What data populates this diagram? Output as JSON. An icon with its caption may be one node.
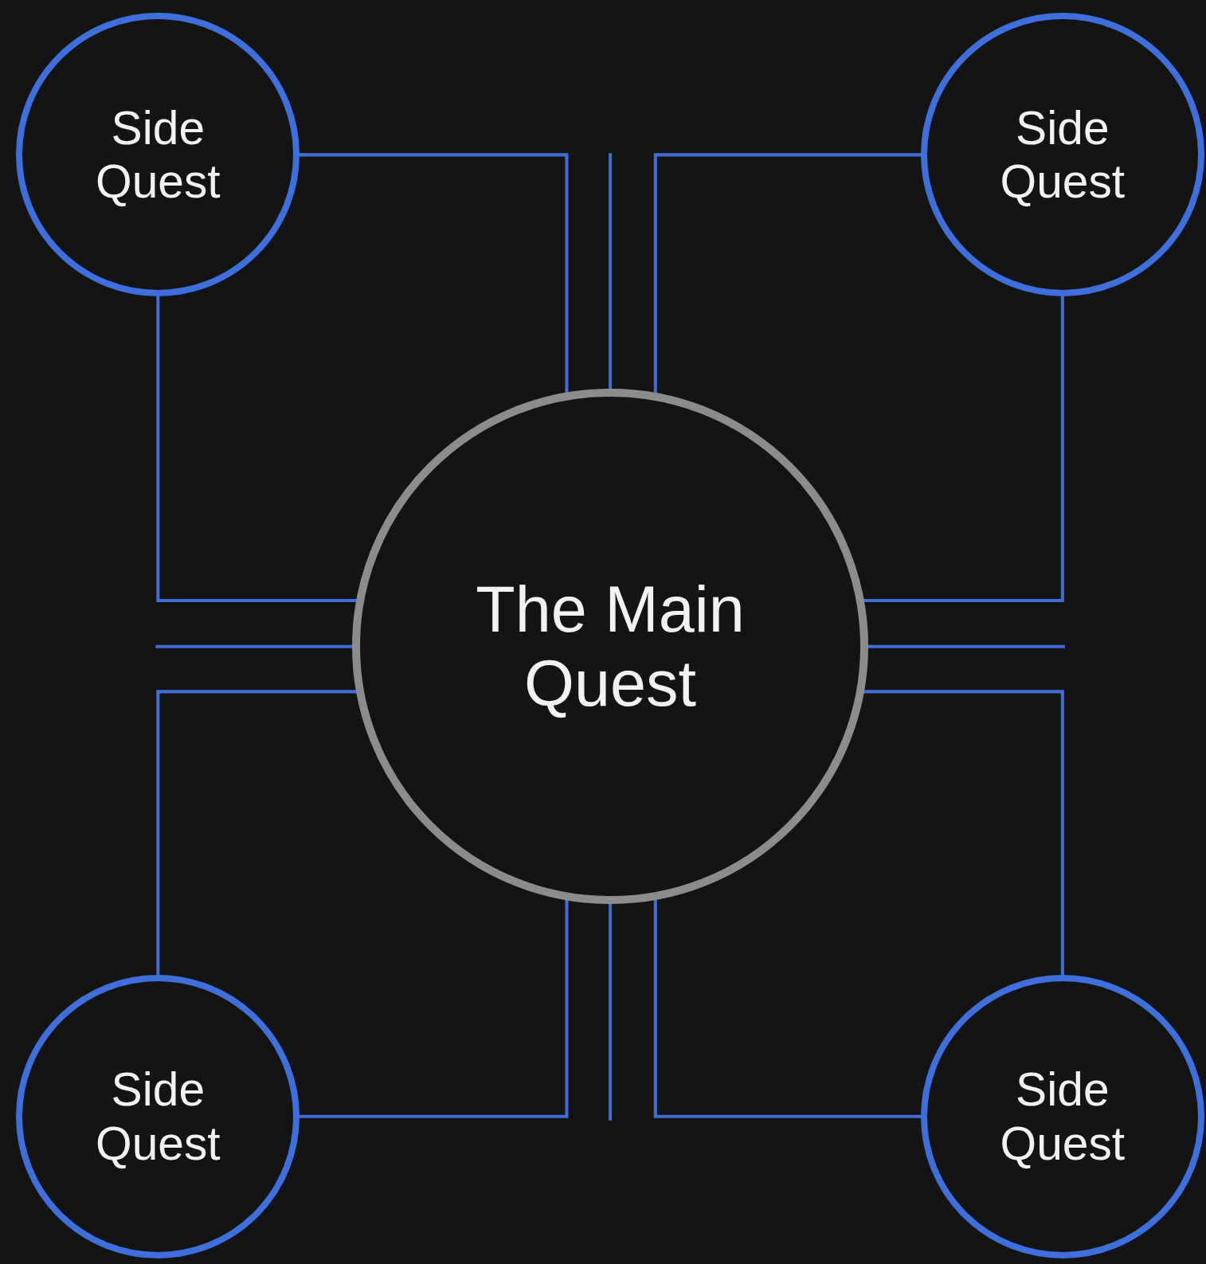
{
  "diagram": {
    "nodes": [
      {
        "text": [
          "Side Quest"
        ]
      },
      {
        "text": [
          "Side Quest"
        ]
      },
      {
        "text": [
          "The Main Quest"
        ]
      },
      {
        "text": [
          "Side Quest"
        ]
      },
      {
        "text": [
          "Side Quest"
        ]
      }
    ],
    "edges": [
      {
        "from": 0,
        "to": 2,
        "arrow": "none"
      },
      {
        "from": 0,
        "to": 2,
        "arrow": "none"
      },
      {
        "from": null,
        "to": 2,
        "arrow": "none"
      },
      {
        "from": 1,
        "to": 2,
        "arrow": "none"
      },
      {
        "from": 1,
        "to": 2,
        "arrow": "none"
      },
      {
        "from": null,
        "to": 2,
        "arrow": "none"
      },
      {
        "from": null,
        "to": 2,
        "arrow": "none"
      },
      {
        "from": 3,
        "to": 2,
        "arrow": "none"
      },
      {
        "from": 3,
        "to": 2,
        "arrow": "none"
      },
      {
        "from": null,
        "to": 2,
        "arrow": "none"
      },
      {
        "from": 4,
        "to": 2,
        "arrow": "none"
      },
      {
        "from": 4,
        "to": 2,
        "arrow": "none"
      }
    ]
  }
}
